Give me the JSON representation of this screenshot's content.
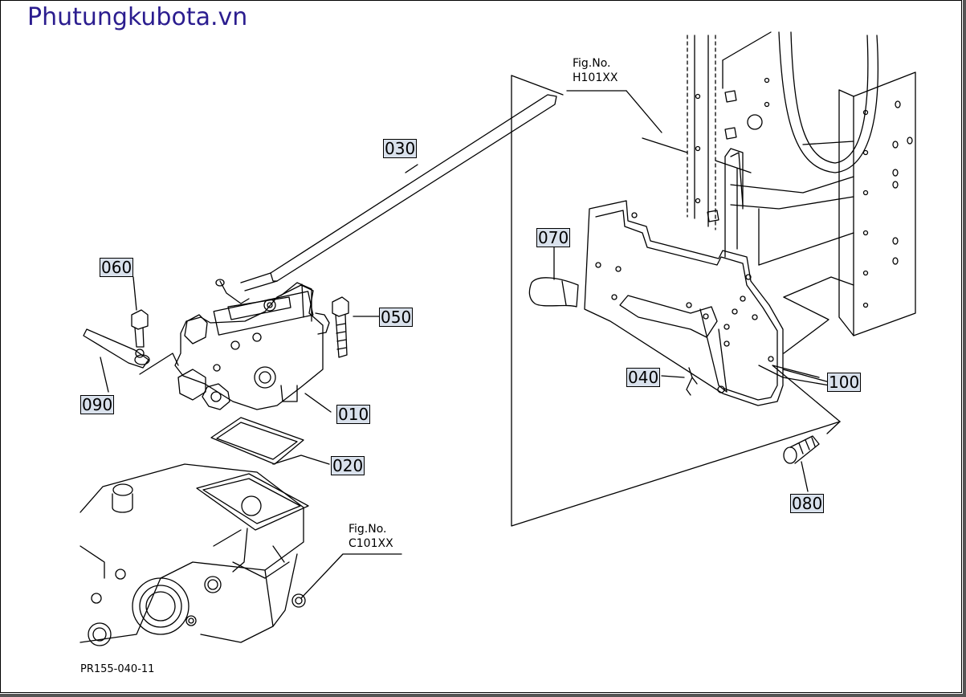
{
  "site_title": "Phutungkubota.vn",
  "drawing_code": "PR155-040-11",
  "fig_refs": {
    "upper_fig_label": "Fig.No.",
    "upper_fig_code": "H101XX",
    "lower_fig_label": "Fig.No.",
    "lower_fig_code": "C101XX"
  },
  "callouts": {
    "p010": "010",
    "p020": "020",
    "p030": "030",
    "p040": "040",
    "p050": "050",
    "p060": "060",
    "p070": "070",
    "p080": "080",
    "p090": "090",
    "p100": "100"
  },
  "colors": {
    "site_title": "#2b1d8f",
    "callout_fill": "#d9e1ec",
    "line": "#000000"
  }
}
